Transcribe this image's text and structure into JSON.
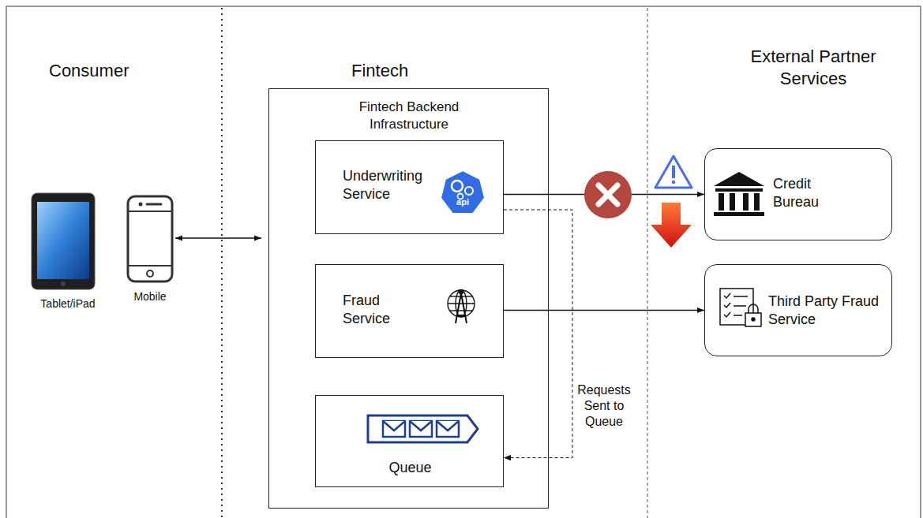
{
  "diagram": {
    "nodes": [
      {
        "text": [
          "Fintech Backend Infrastructure"
        ]
      },
      {
        "text": [
          "Underwriting Service"
        ],
        "in": 0
      },
      {
        "text": [
          "Fraud Service"
        ],
        "in": 0
      },
      {
        "text": [
          "Queue"
        ],
        "in": 0
      },
      {
        "text": [
          "Credit Bureau"
        ]
      },
      {
        "text": [
          "Third Party Fraud Service"
        ]
      }
    ],
    "edges": [
      {
        "from": 1,
        "to": 4,
        "arrow": "to"
      },
      {
        "from": 2,
        "to": 5,
        "arrow": "to"
      },
      {
        "from": 1,
        "to": 3,
        "label": "Requests Sent to Queue",
        "arrow": "to"
      }
    ],
    "labels": [
      "Consumer",
      "Fintech",
      "External Partner Services",
      "Tablet/iPad",
      "Mobile",
      "api"
    ]
  }
}
